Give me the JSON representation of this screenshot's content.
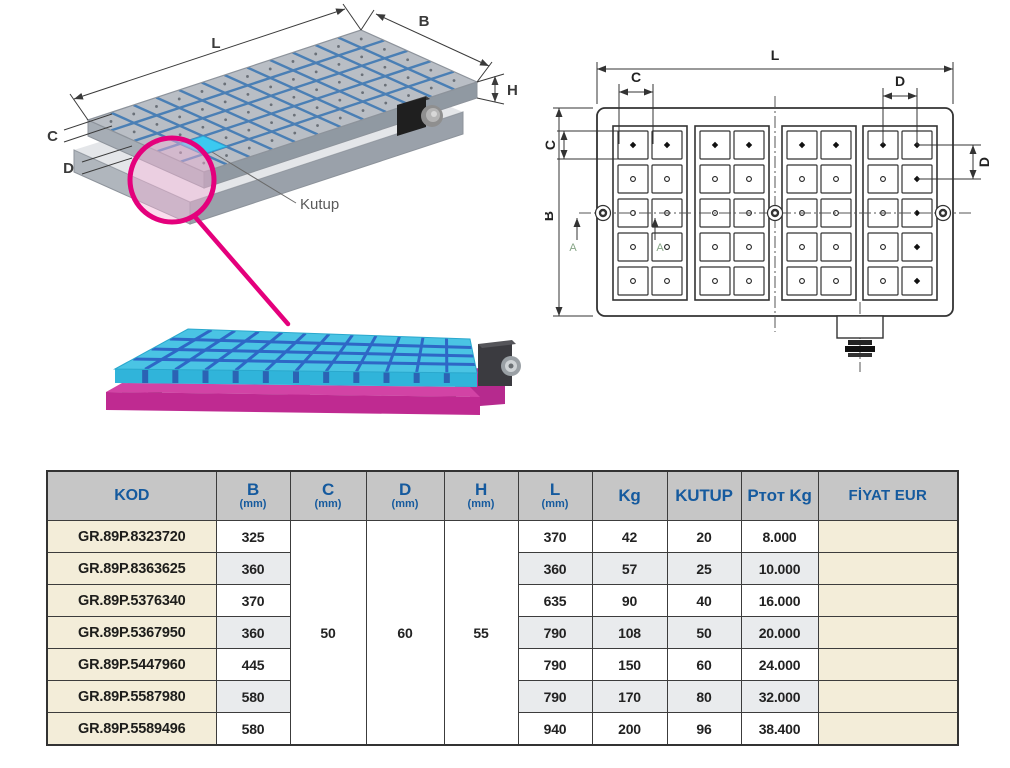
{
  "iso": {
    "dim_l": "L",
    "dim_b": "B",
    "dim_h": "H",
    "dim_c": "C",
    "dim_d": "D",
    "callout_kutup": "Kutup"
  },
  "tech": {
    "dim_l": "L",
    "dim_b": "B",
    "dim_c_top": "C",
    "dim_d_top": "D",
    "dim_c_left": "C",
    "dim_d_right": "D",
    "section_a1": "A",
    "section_a2": "A"
  },
  "table": {
    "headers": [
      {
        "label": "KOD",
        "sub": ""
      },
      {
        "label": "B",
        "sub": "(mm)"
      },
      {
        "label": "C",
        "sub": "(mm)"
      },
      {
        "label": "D",
        "sub": "(mm)"
      },
      {
        "label": "H",
        "sub": "(mm)"
      },
      {
        "label": "L",
        "sub": "(mm)"
      },
      {
        "label": "Kg",
        "sub": ""
      },
      {
        "label": "KUTUP",
        "sub": ""
      },
      {
        "label": "Pᴛᴏᴛ Kg",
        "sub": ""
      },
      {
        "label": "FİYAT EUR",
        "sub": ""
      }
    ],
    "shared": {
      "c": "50",
      "d": "60",
      "h": "55"
    },
    "rows": [
      {
        "kod": "GR.89P.8323720",
        "b": "325",
        "l": "370",
        "kg": "42",
        "kutup": "20",
        "ptot": "8.000",
        "fiyat": ""
      },
      {
        "kod": "GR.89P.8363625",
        "b": "360",
        "l": "360",
        "kg": "57",
        "kutup": "25",
        "ptot": "10.000",
        "fiyat": ""
      },
      {
        "kod": "GR.89P.5376340",
        "b": "370",
        "l": "635",
        "kg": "90",
        "kutup": "40",
        "ptot": "16.000",
        "fiyat": ""
      },
      {
        "kod": "GR.89P.5367950",
        "b": "360",
        "l": "790",
        "kg": "108",
        "kutup": "50",
        "ptot": "20.000",
        "fiyat": ""
      },
      {
        "kod": "GR.89P.5447960",
        "b": "445",
        "l": "790",
        "kg": "150",
        "kutup": "60",
        "ptot": "24.000",
        "fiyat": ""
      },
      {
        "kod": "GR.89P.5587980",
        "b": "580",
        "l": "790",
        "kg": "170",
        "kutup": "80",
        "ptot": "32.000",
        "fiyat": ""
      },
      {
        "kod": "GR.89P.5589496",
        "b": "580",
        "l": "940",
        "kg": "200",
        "kutup": "96",
        "ptot": "38.400",
        "fiyat": ""
      }
    ]
  },
  "colors": {
    "accent_magenta": "#e4007c",
    "header_text_blue": "#155a9e",
    "header_gray": "#c6c6c6",
    "price_header_dark": "#4b4b4b",
    "cream_cell": "#f3edd9",
    "alt_row": "#e9ebed",
    "render_cyan": "#4ac4e4",
    "render_grid_blue": "#2e67c6",
    "render_base_magenta": "#bf2a91"
  }
}
